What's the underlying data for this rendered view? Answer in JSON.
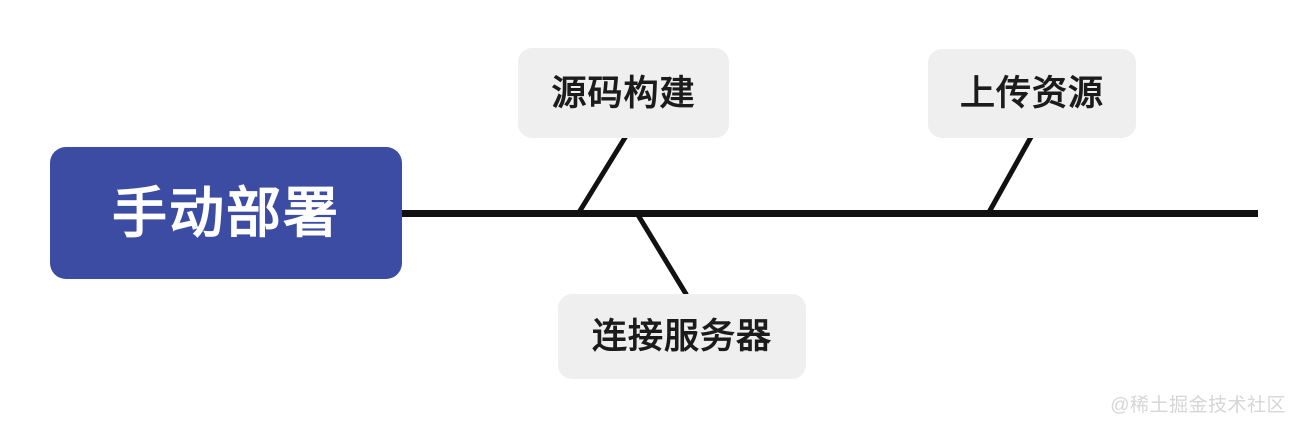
{
  "diagram": {
    "type": "fishbone",
    "background_color": "#ffffff",
    "spine_color": "#111111",
    "root": {
      "label": "手动部署",
      "fill_color": "#3c4ca2",
      "text_color": "#ffffff"
    },
    "branches": [
      {
        "label": "源码构建",
        "position": "above",
        "fill_color": "#efefef",
        "text_color": "#1b1b1b"
      },
      {
        "label": "上传资源",
        "position": "above",
        "fill_color": "#efefef",
        "text_color": "#1b1b1b"
      },
      {
        "label": "连接服务器",
        "position": "below",
        "fill_color": "#efefef",
        "text_color": "#1b1b1b"
      }
    ]
  },
  "watermark": {
    "text": "@稀土掘金技术社区",
    "color": "#d6d6d6"
  }
}
